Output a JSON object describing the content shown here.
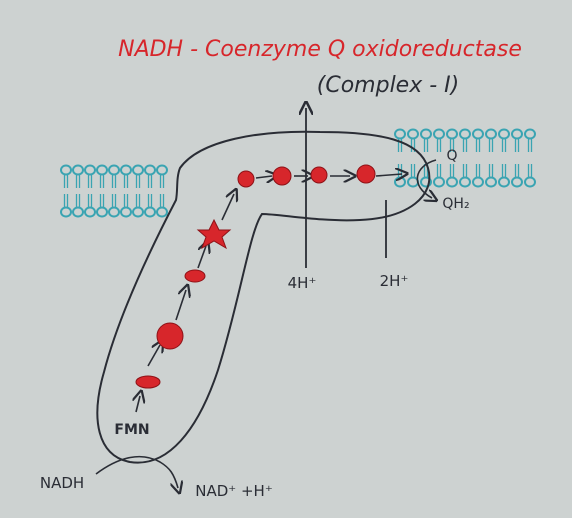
{
  "title": "NADH - Coenzyme Q oxidoreductase",
  "subtitle": "(Complex - I)",
  "labels": {
    "nadh": "NADH",
    "nad": "NAD⁺ +H⁺",
    "fmn": "FMN",
    "q": "Q",
    "qh2": "QH₂",
    "proton_out": "4H⁺",
    "proton_in": "2H⁺"
  },
  "colors": {
    "paper": "#cdd2d1",
    "ink": "#2a2d35",
    "red": "#d7262b",
    "membrane": "#3aa4b2"
  }
}
